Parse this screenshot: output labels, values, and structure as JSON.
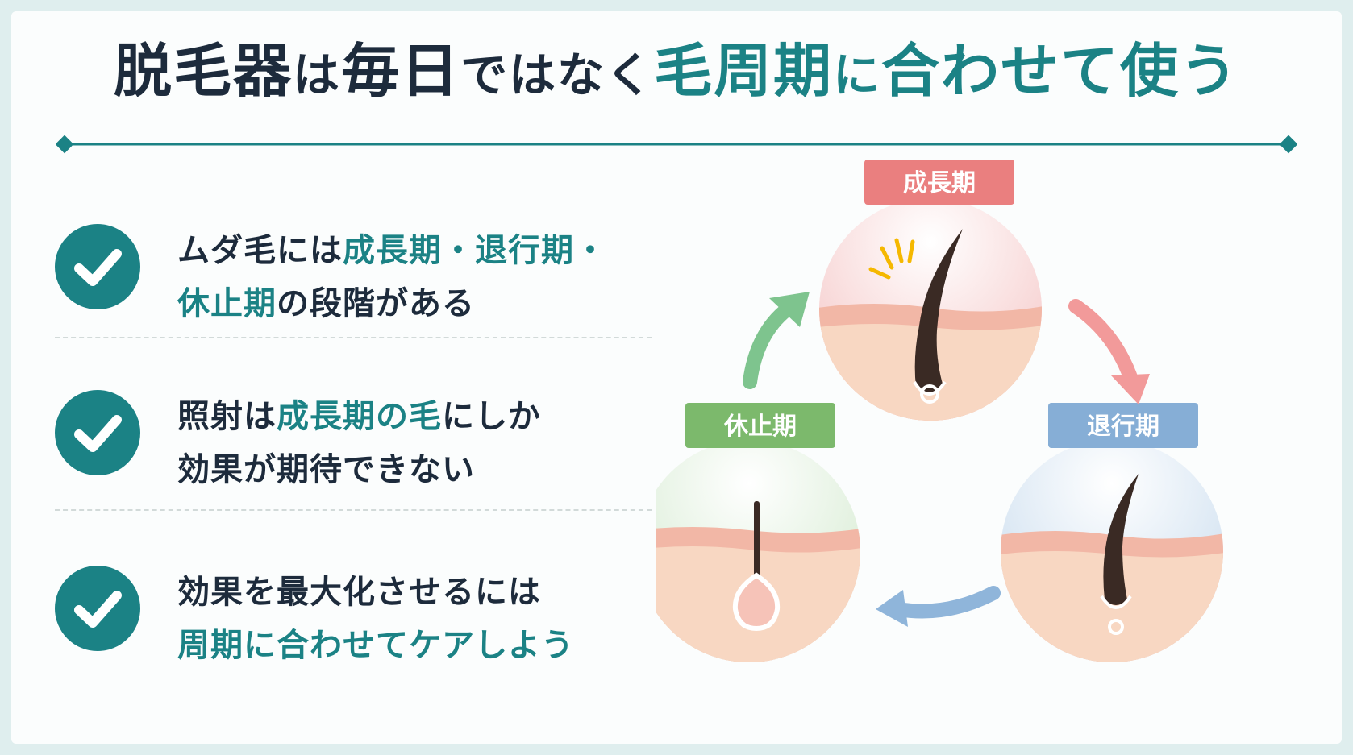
{
  "title": {
    "part1": "脱毛器",
    "part2": "は",
    "part3": "毎日",
    "part4": "ではなく",
    "part5": "毛周期",
    "part6": "に",
    "part7": "合わせて使う"
  },
  "points": [
    {
      "icon": "check-icon",
      "line1": [
        {
          "text": "ムダ毛には",
          "hl": false
        },
        {
          "text": "成長期・退行期・",
          "hl": true
        }
      ],
      "line2": [
        {
          "text": "休止期",
          "hl": true
        },
        {
          "text": "の段階がある",
          "hl": false
        }
      ]
    },
    {
      "icon": "check-icon",
      "line1": [
        {
          "text": "照射は",
          "hl": false
        },
        {
          "text": "成長期の毛",
          "hl": true
        },
        {
          "text": "にしか",
          "hl": false
        }
      ],
      "line2": [
        {
          "text": "効果が期待できない",
          "hl": false
        }
      ]
    },
    {
      "icon": "check-icon",
      "line1": [
        {
          "text": "効果を最大化させるには",
          "hl": false
        }
      ],
      "line2": [
        {
          "text": "周期に合わせてケアしよう",
          "hl": true
        }
      ]
    }
  ],
  "cycle": {
    "growth": {
      "label": "成長期",
      "color": "#ea7f7f",
      "tint": "#f6cdcd"
    },
    "regression": {
      "label": "退行期",
      "color": "#86aed6",
      "tint": "#cfe0f0"
    },
    "resting": {
      "label": "休止期",
      "color": "#7cb96c",
      "tint": "#d8ecd4"
    }
  },
  "colors": {
    "accent": "#1b8285",
    "dark": "#1d2b3c",
    "skin": "#f8d7c2",
    "skin_top": "#f2b7a6",
    "hair": "#3a2a24"
  }
}
